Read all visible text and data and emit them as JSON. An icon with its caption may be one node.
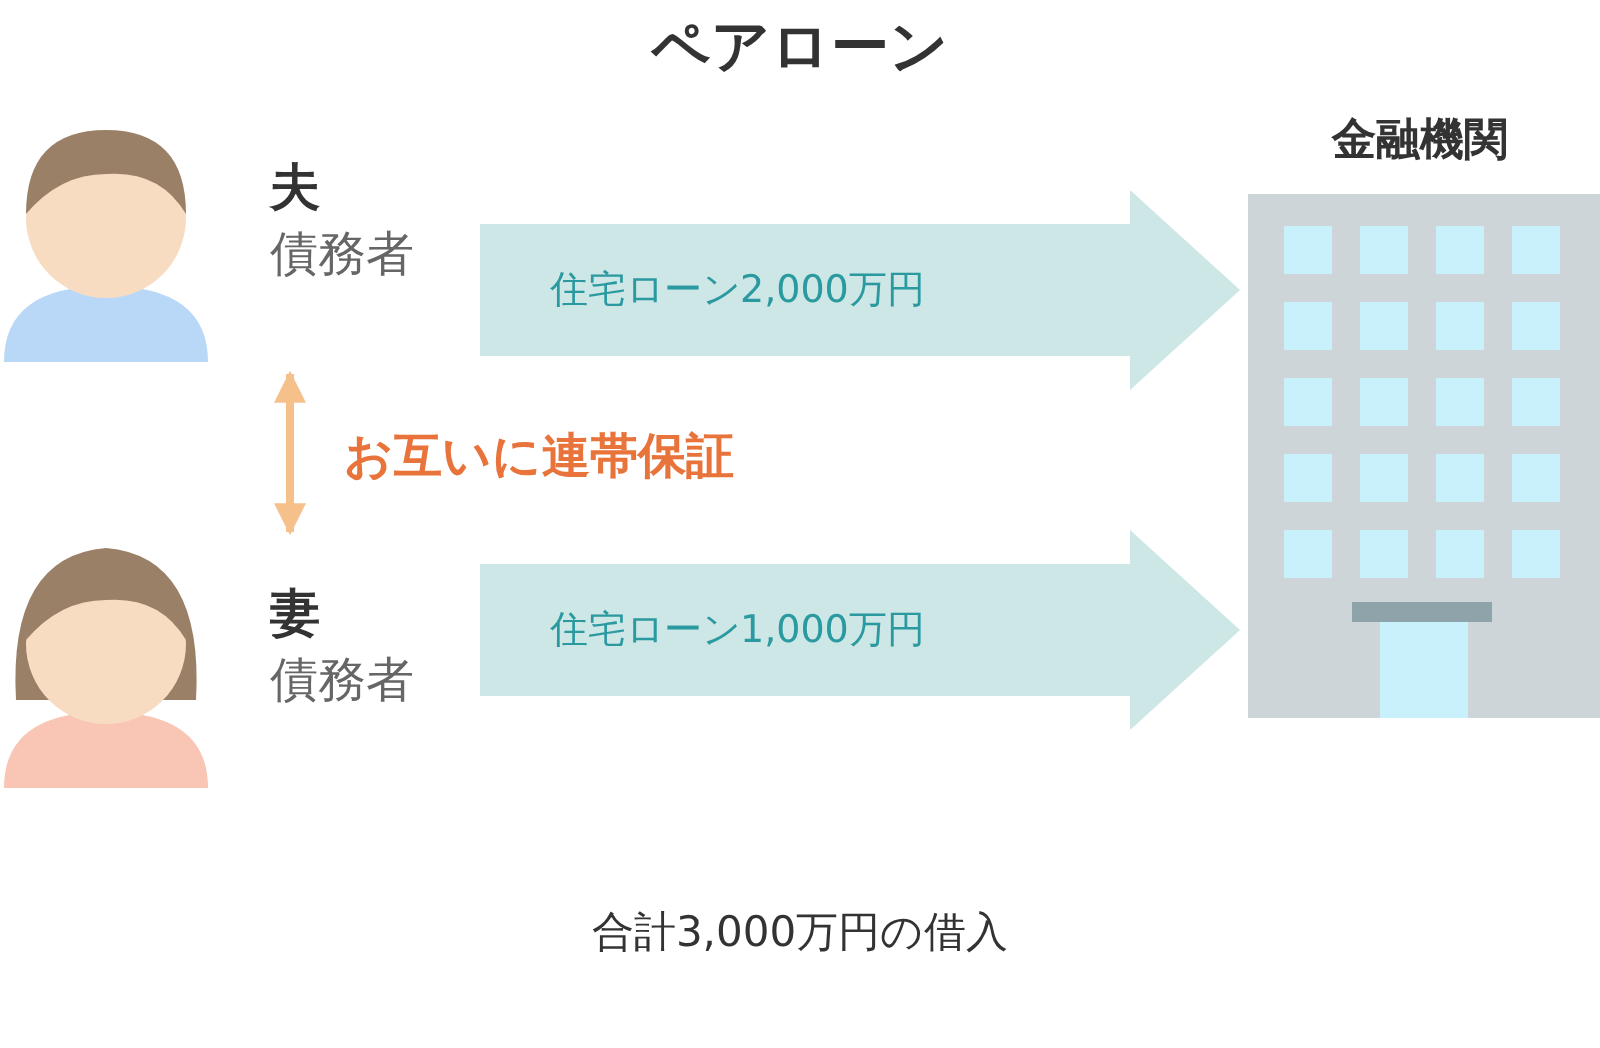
{
  "diagram": {
    "title": "ペアローン",
    "caption": "合計3,000万円の借入",
    "nodes": [
      {
        "text": [
          "夫",
          "債務者"
        ]
      },
      {
        "text": [
          "妻",
          "債務者"
        ]
      },
      {
        "text": [
          "金融機関"
        ]
      }
    ],
    "edges": [
      {
        "from": 0,
        "to": 2,
        "arrow": "to",
        "label": "住宅ローン2,000万円",
        "style": "thick"
      },
      {
        "from": 1,
        "to": 2,
        "arrow": "to",
        "label": "住宅ローン1,000万円",
        "style": "thick"
      },
      {
        "from": 0,
        "to": 1,
        "arrow": "both",
        "label": "お互いに連帯保証",
        "color": "#f5c08a"
      }
    ]
  }
}
